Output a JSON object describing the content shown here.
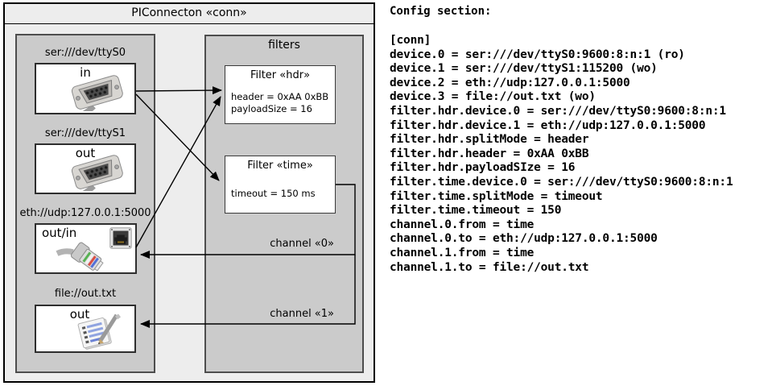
{
  "diagram": {
    "title": "PIConnecton «conn»",
    "devices": [
      {
        "url": "ser:///dev/ttyS0",
        "direction": "in",
        "icon": "db9-serial-connector"
      },
      {
        "url": "ser:///dev/ttyS1",
        "direction": "out",
        "icon": "db9-serial-connector"
      },
      {
        "url": "eth://udp:127.0.0.1:5000",
        "direction": "out/in",
        "icon": "rj45-ethernet-connector"
      },
      {
        "url": "file://out.txt",
        "direction": "out",
        "icon": "notepad-pencil"
      }
    ],
    "filters_label": "filters",
    "filters": [
      {
        "title": "Filter «hdr»",
        "properties": [
          "header = 0xAA 0xBB",
          "payloadSize = 16"
        ]
      },
      {
        "title": "Filter «time»",
        "properties": [
          "timeout = 150 ms"
        ]
      }
    ],
    "channels": [
      {
        "label": "channel «0»"
      },
      {
        "label": "channel «1»"
      }
    ],
    "colors": {
      "outer_fill": "#ededed",
      "container_fill": "#cbcbcb",
      "box_fill": "#ffffff",
      "line": "#000000"
    }
  },
  "config": {
    "heading": "Config section:",
    "lines": [
      "[conn]",
      "device.0 = ser:///dev/ttyS0:9600:8:n:1 (ro)",
      "device.1 = ser:///dev/ttyS1:115200 (wo)",
      "device.2 = eth://udp:127.0.0.1:5000",
      "device.3 = file://out.txt (wo)",
      "filter.hdr.device.0 = ser:///dev/ttyS0:9600:8:n:1",
      "filter.hdr.device.1 = eth://udp:127.0.0.1:5000",
      "filter.hdr.splitMode = header",
      "filter.hdr.header = 0xAA 0xBB",
      "filter.hdr.payloadSIze = 16",
      "filter.time.device.0 = ser:///dev/ttyS0:9600:8:n:1",
      "filter.time.splitMode = timeout",
      "filter.time.timeout = 150",
      "channel.0.from = time",
      "channel.0.to = eth://udp:127.0.0.1:5000",
      "channel.1.from = time",
      "channel.1.to = file://out.txt"
    ]
  }
}
